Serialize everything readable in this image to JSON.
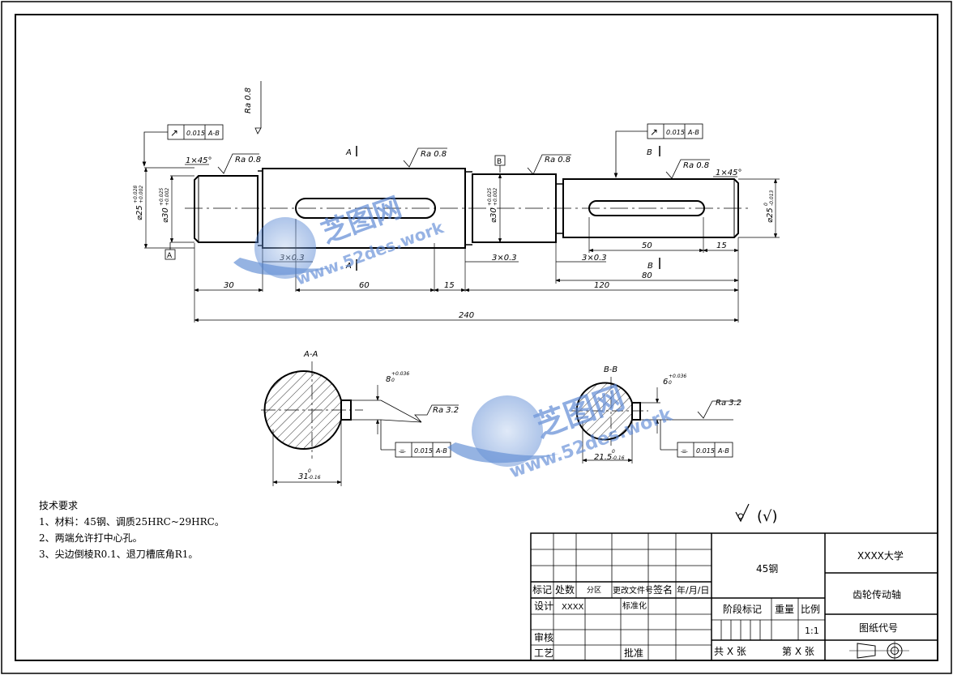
{
  "dims": {
    "d_left": "⌀25",
    "d_left_tol_up": "+0.028",
    "d_left_tol_dn": "+0.002",
    "d_sleeve": "⌀30",
    "d_sleeve_tol_up": "+0.025",
    "d_sleeve_tol_dn": "+0.002",
    "d_mid": "⌀30",
    "d_mid_tol_up": "+0.025",
    "d_mid_tol_dn": "+0.002",
    "d_right": "⌀25",
    "d_right_tol_up": "0",
    "d_right_tol_dn": "-0.013",
    "chamfer_left": "1×45°",
    "chamfer_right": "1×45°",
    "groove_1": "3×0.3",
    "groove_2": "3×0.3",
    "groove_3": "3×0.3",
    "len_30": "30",
    "len_60": "60",
    "len_15a": "15",
    "len_120": "120",
    "len_80": "80",
    "len_240": "240",
    "key_50": "50",
    "key_15": "15",
    "ra_08": "Ra 0.8",
    "ra_32": "Ra 3.2",
    "section_a": "A",
    "section_b": "B",
    "datum_a": "A",
    "datum_b": "B"
  },
  "tolerances": {
    "runout_value": "0.015",
    "ref": "A-B",
    "sym_value": "0.015"
  },
  "sections": {
    "aa_title": "A-A",
    "bb_title": "B-B",
    "aa_key_w": "8",
    "aa_key_w_tol": "+0.036",
    "aa_key_w_tol2": "0",
    "aa_depth": "31",
    "aa_depth_tol": "0",
    "aa_depth_tol2": "-0.16",
    "bb_key_w": "6",
    "bb_key_w_tol": "+0.036",
    "bb_key_w_tol2": "0",
    "bb_depth": "21.5",
    "bb_depth_tol": "0",
    "bb_depth_tol2": "-0.16"
  },
  "requirements": {
    "title": "技术要求",
    "items": [
      "1、材料：45钢、调质25HRC~29HRC。",
      "2、两端允许打中心孔。",
      "3、尖边倒棱R0.1、退刀槽底角R1。"
    ]
  },
  "roughness_note": "(√)",
  "title_block": {
    "material": "45钢",
    "school": "XXXX大学",
    "part_name": "齿轮传动轴",
    "drawing_no": "图纸代号",
    "mark": "标记",
    "count": "处数",
    "zone": "分区",
    "change_doc": "更改文件号",
    "sign": "签名",
    "date": "年/月/日",
    "design": "设计",
    "designer": "XXXX",
    "standard": "标准化",
    "stage": "阶段标记",
    "weight": "重量",
    "scale": "比例",
    "scale_val": "1:1",
    "review": "审核",
    "process": "工艺",
    "approve": "批准",
    "total": "共 X 张",
    "sheet_no": "第 X 张"
  },
  "watermark": {
    "brand": "芝图网",
    "url": "www.52des.work"
  }
}
